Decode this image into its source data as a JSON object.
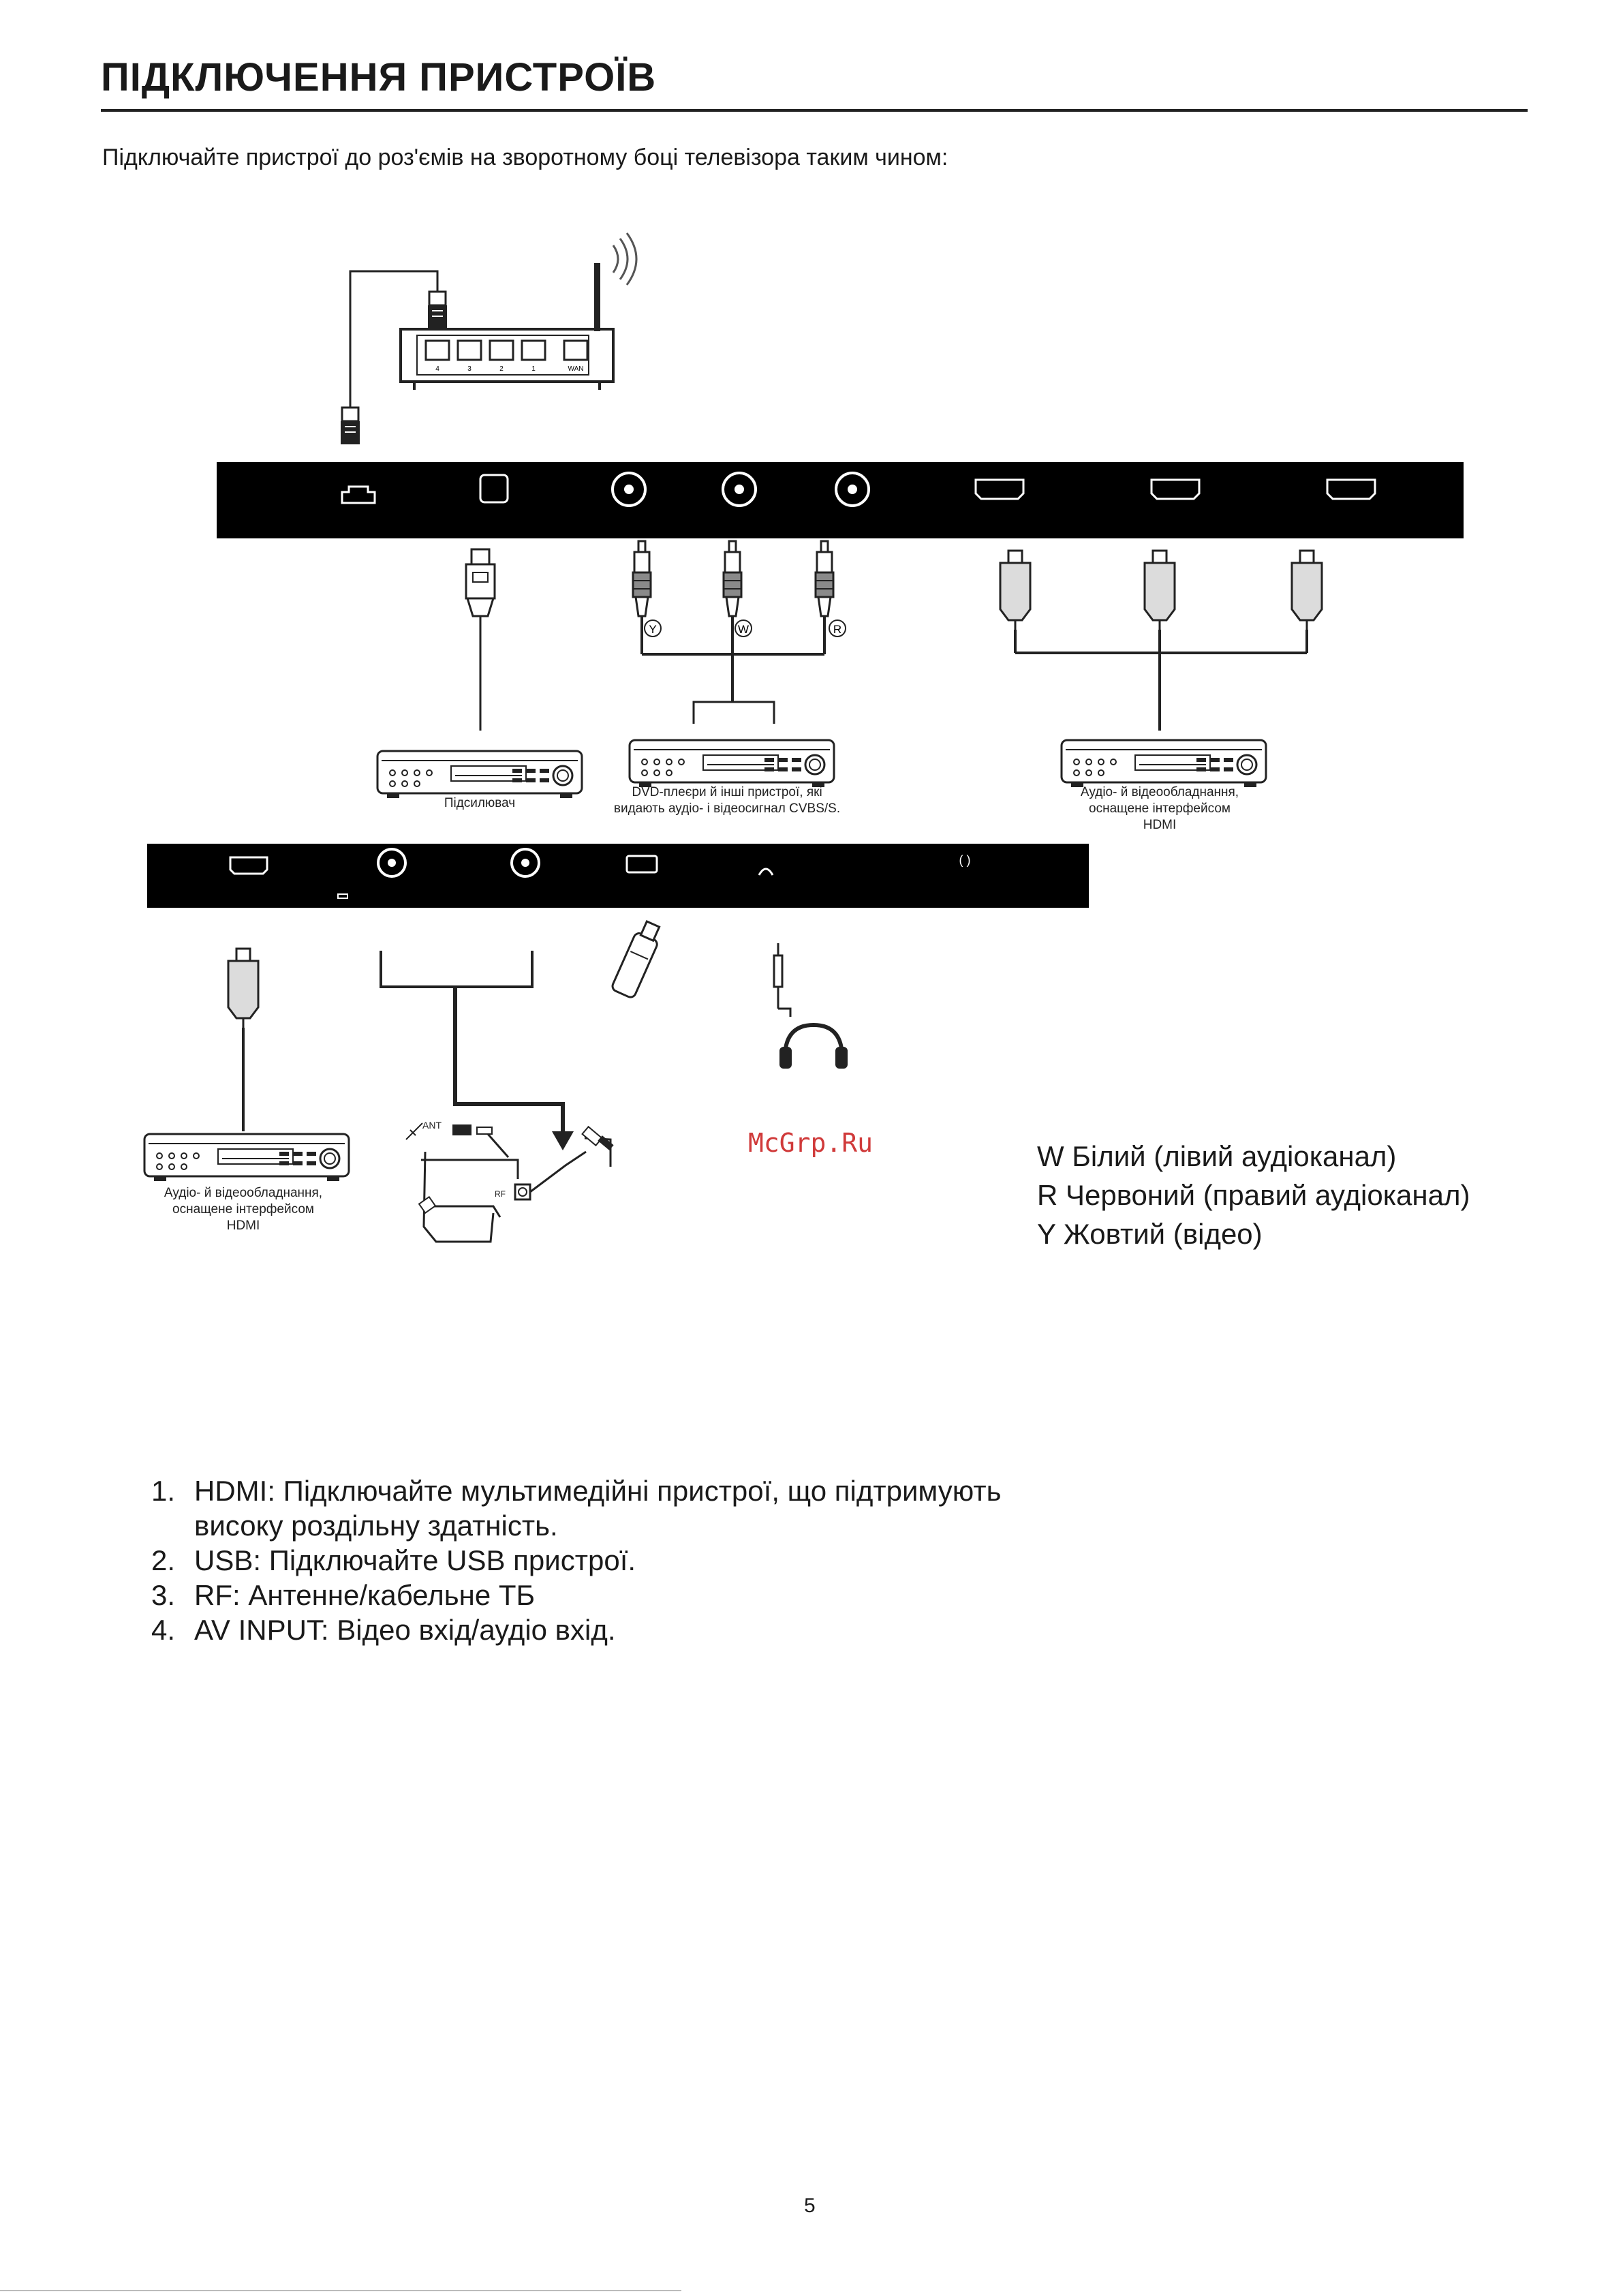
{
  "page": {
    "title": "ПІДКЛЮЧЕННЯ ПРИСТРОЇВ",
    "intro": "Підключайте пристрої до роз'ємів на зворотному боці телевізора таким чином:",
    "page_number": "5",
    "watermark": "McGrp.Ru"
  },
  "diagram": {
    "rca_markers": [
      "Y",
      "W",
      "R"
    ],
    "router_port_labels": [
      "4",
      "3",
      "2",
      "1",
      "WAN"
    ],
    "devices": {
      "amplifier": "Підсилювач",
      "dvd_line1": "DVD-плеєри й інші пристрої, які",
      "dvd_line2": "видають аудіо- і відеосигнал CVBS/S.",
      "hdmi_top_line1": "Аудіо- й відеообладнання,",
      "hdmi_top_line2": "оснащене інтерфейсом",
      "hdmi_top_line3": "HDMI",
      "hdmi_bottom_line1": "Аудіо- й відеообладнання,",
      "hdmi_bottom_line2": "оснащене інтерфейсом",
      "hdmi_bottom_line3": "HDMI",
      "antenna_label": "ANT",
      "rf_label": "RF"
    }
  },
  "legend": [
    "W Білий (лівий аудіоканал)",
    "R Червоний (правий аудіоканал)",
    "Y Жовтий (відео)"
  ],
  "notes": [
    {
      "num": "1.",
      "text": "HDMI: Підключайте мультимедійні пристрої, що підтримують"
    },
    {
      "num": "",
      "text": "високу роздільну здатність."
    },
    {
      "num": "2.",
      "text": "USB: Підключайте USB пристрої."
    },
    {
      "num": "3.",
      "text": "RF: Антенне/кабельне ТБ"
    },
    {
      "num": "4.",
      "text": "AV INPUT: Відео вхід/аудіо вхід."
    }
  ],
  "colors": {
    "panel": "#000000",
    "text": "#1a1a1a",
    "watermark": "#d03a3a"
  }
}
